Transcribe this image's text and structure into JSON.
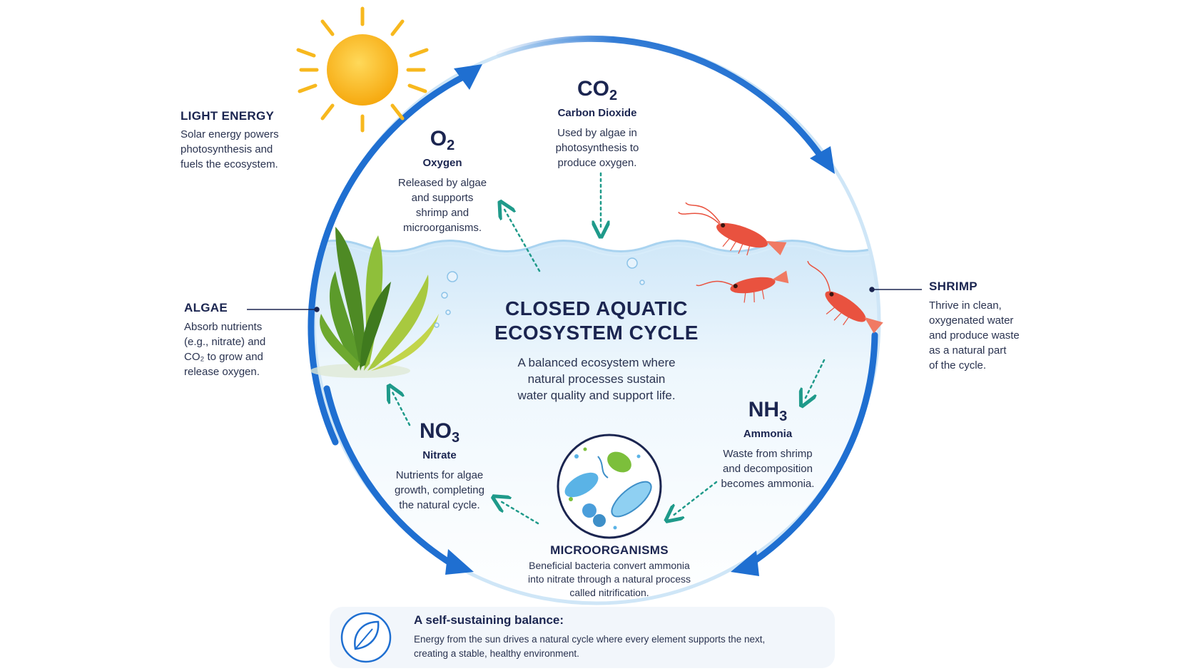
{
  "title_lines": [
    "CLOSED AQUATIC",
    "ECOSYSTEM CYCLE"
  ],
  "subtitle_lines": [
    "A balanced ecosystem where",
    "natural processes sustain",
    "water quality and support life."
  ],
  "light_energy": {
    "heading": "LIGHT ENERGY",
    "lines": [
      "Solar energy powers",
      "photosynthesis and",
      "fuels the ecosystem."
    ]
  },
  "oxygen": {
    "formula": "O",
    "subscript": "2",
    "name": "Oxygen",
    "lines": [
      "Released by algae",
      "and supports",
      "shrimp and",
      "microorganisms."
    ]
  },
  "carbon_dioxide": {
    "formula": "CO",
    "subscript": "2",
    "name": "Carbon Dioxide",
    "lines": [
      "Used by algae in",
      "photosynthesis to",
      "produce oxygen."
    ]
  },
  "algae": {
    "heading": "ALGAE",
    "lines": [
      "Absorb nutrients",
      "(e.g., nitrate) and",
      "CO₂ to grow and",
      "release oxygen."
    ]
  },
  "shrimp": {
    "heading": "SHRIMP",
    "lines": [
      "Thrive in clean,",
      "oxygenated water",
      "and produce waste",
      "as a natural part",
      "of the cycle."
    ]
  },
  "ammonia": {
    "formula": "NH",
    "subscript": "3",
    "name": "Ammonia",
    "lines": [
      "Waste from shrimp",
      "and decomposition",
      "becomes ammonia."
    ]
  },
  "nitrate": {
    "formula": "NO",
    "subscript": "3",
    "name": "Nitrate",
    "lines": [
      "Nutrients for algae",
      "growth, completing",
      "the natural cycle."
    ]
  },
  "microorganisms": {
    "heading": "MICROORGANISMS",
    "lines": [
      "Beneficial bacteria convert ammonia",
      "into nitrate through a natural process",
      "called nitrification."
    ]
  },
  "balance_panel": {
    "icon": "leaf-icon",
    "title": "A self-sustaining balance:",
    "lines": [
      "Energy from the sun drives a natural cycle where every element supports the next,",
      "creating a stable, healthy environment."
    ]
  },
  "colors": {
    "cycle_blue": "#1f6fd1",
    "water_blue": "#dceefa",
    "dotted_teal": "#1f9a8a",
    "sun_yellow": "#f7b81e",
    "text_navy": "#1b2550"
  }
}
